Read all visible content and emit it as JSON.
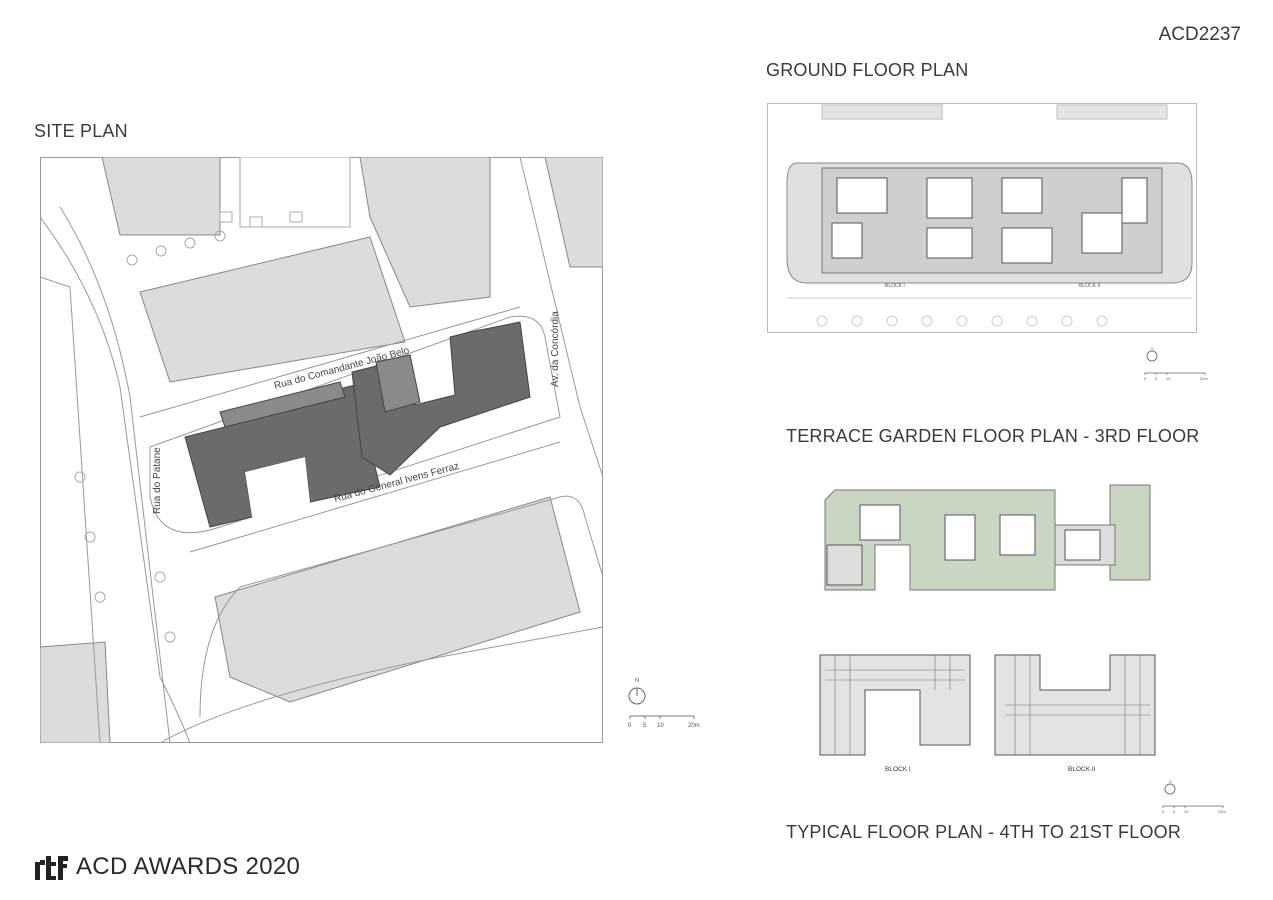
{
  "project_code": "ACD2237",
  "site_plan": {
    "title": "SITE PLAN",
    "streets": {
      "north": "Rua do Comandante João Belo",
      "east": "Av. da Concórdia",
      "west": "Rua do Patane",
      "south": "Rua do General Ivens Ferraz"
    },
    "north_label": "N",
    "scale": [
      "0",
      "5",
      "10",
      "20m"
    ]
  },
  "ground_floor": {
    "title": "GROUND FLOOR PLAN",
    "blocks": [
      "BLOCK I",
      "BLOCK II"
    ],
    "north_label": "N",
    "scale": [
      "0",
      "5",
      "10",
      "20m"
    ]
  },
  "terrace_floor": {
    "title": "TERRACE GARDEN FLOOR PLAN - 3RD FLOOR"
  },
  "typical_floor": {
    "title": "TYPICAL FLOOR PLAN - 4TH TO 21ST FLOOR",
    "blocks": [
      "BLOCK I",
      "BLOCK II"
    ],
    "north_label": "N",
    "scale": [
      "0",
      "5",
      "10",
      "20m"
    ]
  },
  "footer": {
    "logo_text": "rtf",
    "awards": "ACD AWARDS 2020"
  },
  "colors": {
    "building_dark": "#6b6b6b",
    "block_light": "#d9d9d9",
    "garden": "#c9d6c2"
  }
}
